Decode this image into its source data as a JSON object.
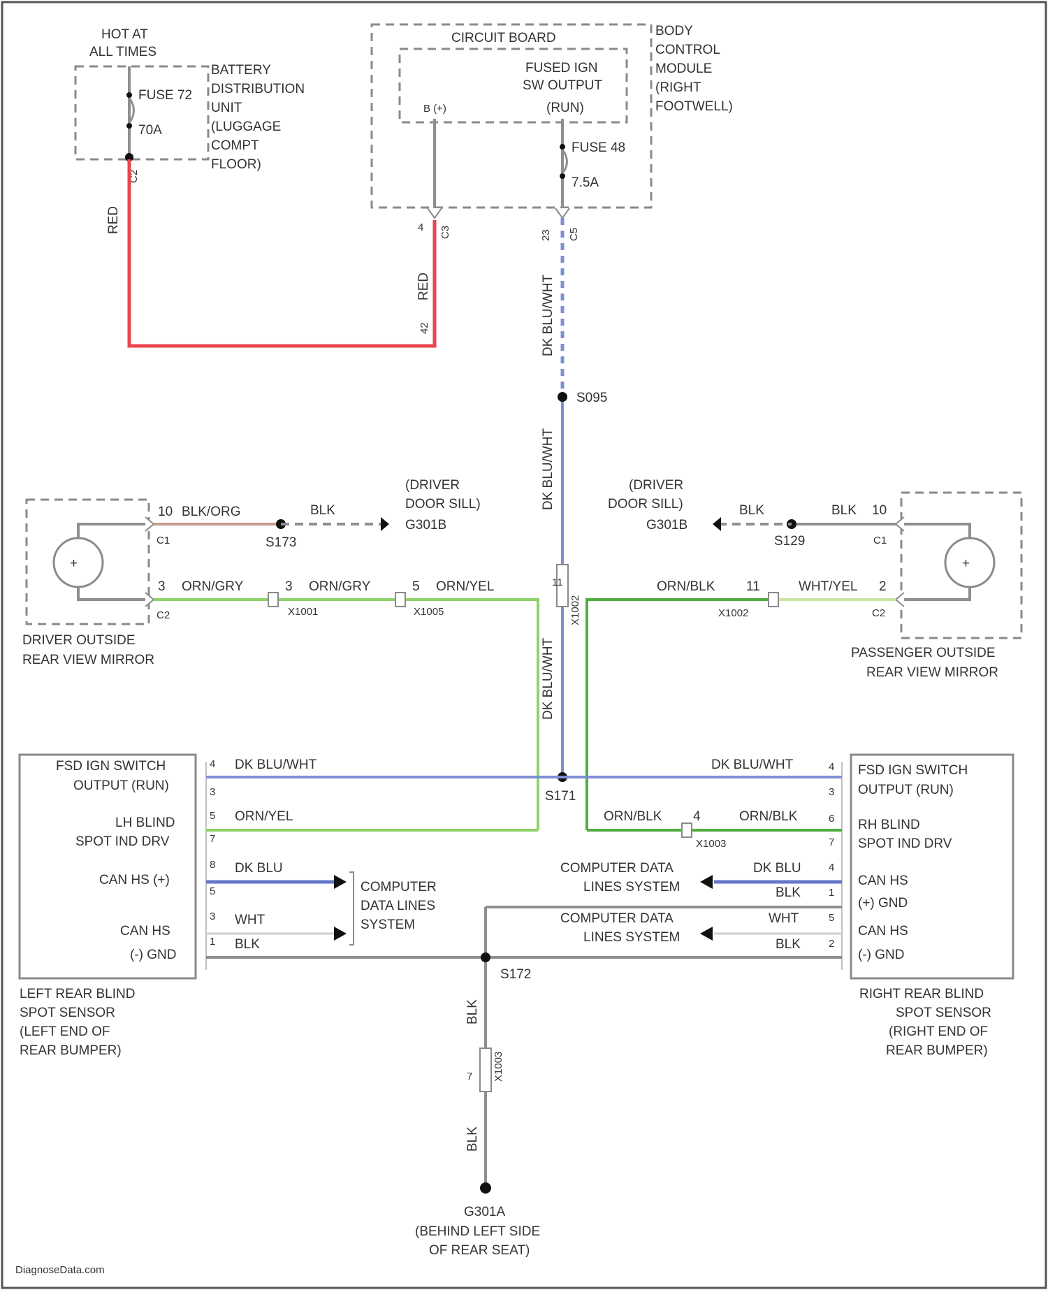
{
  "colors": {
    "background": "#ffffff",
    "red_wire": "#e8454f",
    "blue_wire": "#7e8fd4",
    "green_wire": "#8ed26a",
    "dark_green_wire": "#4fae3f",
    "gray_wire": "#8f8f8f",
    "brown_wire": "#c69a8a"
  },
  "battery": {
    "hot_line1": "HOT AT",
    "hot_line2": "ALL TIMES",
    "fuse_name": "FUSE 72",
    "fuse_rating": "70A",
    "module_lines": [
      "BATTERY",
      "DISTRIBUTION",
      "UNIT",
      "(LUGGAGE",
      "COMPT",
      "FLOOR)"
    ],
    "pin": "C2",
    "wire_color": "RED"
  },
  "bcm": {
    "circuit_board": "CIRCUIT BOARD",
    "output_lines": [
      "FUSED IGN",
      "SW OUTPUT",
      "(RUN)"
    ],
    "b_pin": "B (+)",
    "module_lines": [
      "BODY",
      "CONTROL",
      "MODULE",
      "(RIGHT",
      "FOOTWELL)"
    ],
    "fuse_name": "FUSE 48",
    "fuse_rating": "7.5A",
    "left_pin": "4",
    "left_conn": "C3",
    "right_pin": "23",
    "right_conn": "C5",
    "red_label": "RED",
    "red_pin": "42"
  },
  "splices": {
    "s095": "S095",
    "s171": "S171",
    "s172": "S172",
    "s173": "S173",
    "s129": "S129"
  },
  "trunk": {
    "wire_upper": "DK BLU/WHT",
    "wire_mid": "DK BLU/WHT",
    "wire_lower": "DK BLU/WHT",
    "pin": "11",
    "conn": "X1002"
  },
  "driver_mirror": {
    "label_lines": [
      "DRIVER OUTSIDE",
      "REAR VIEW MIRROR"
    ],
    "ground_label_lines": [
      "(DRIVER",
      "DOOR SILL)"
    ],
    "ground_id": "G301B",
    "pin_top": "10",
    "wire_top": "BLK/ORG",
    "conn_top": "C1",
    "blk_label": "BLK",
    "pin_bottom": "3",
    "wire_bottom": "ORN/GRY",
    "conn_bottom": "C2",
    "x1001_pin": "3",
    "x1001_wire": "ORN/GRY",
    "x1001": "X1001",
    "x1005_pin": "5",
    "x1005_wire": "ORN/YEL",
    "x1005": "X1005",
    "icon": "mirror-indicator-icon"
  },
  "passenger_mirror": {
    "label_lines": [
      "PASSENGER OUTSIDE",
      "REAR VIEW MIRROR"
    ],
    "ground_label_lines": [
      "(DRIVER",
      "DOOR SILL)"
    ],
    "ground_id": "G301B",
    "blk_label": "BLK",
    "blk_label2": "BLK",
    "pin_top": "10",
    "conn_top": "C1",
    "pin_bottom": "2",
    "wire_bottom": "WHT/YEL",
    "conn_bottom": "C2",
    "x1002_pin": "11",
    "x1002_wire": "ORN/BLK",
    "x1002": "X1002",
    "icon": "mirror-indicator-icon"
  },
  "left_sensor": {
    "label_lines": [
      "LEFT REAR BLIND",
      "SPOT SENSOR",
      "(LEFT END OF",
      "REAR BUMPER)"
    ],
    "fsd_lines": [
      "FSD IGN SWITCH",
      "OUTPUT (RUN)"
    ],
    "lh_lines": [
      "LH BLIND",
      "SPOT IND DRV"
    ],
    "canhs_plus": "CAN HS (+)",
    "canhs": "CAN HS",
    "gnd": "(-) GND",
    "pins": [
      "4",
      "3",
      "5",
      "7",
      "8",
      "5",
      "3",
      "1"
    ],
    "wire_fsd": "DK BLU/WHT",
    "wire_ind": "ORN/YEL",
    "wire_can1": "DK BLU",
    "wire_can2": "WHT",
    "wire_gnd": "BLK",
    "cds_lines": [
      "COMPUTER",
      "DATA LINES",
      "SYSTEM"
    ]
  },
  "right_sensor": {
    "label_lines": [
      "RIGHT REAR BLIND",
      "SPOT SENSOR",
      "(RIGHT END OF",
      "REAR BUMPER)"
    ],
    "fsd_lines": [
      "FSD IGN SWITCH",
      "OUTPUT (RUN)"
    ],
    "rh_lines": [
      "RH BLIND",
      "SPOT IND DRV"
    ],
    "canhs": "CAN HS",
    "gnd": "(+) GND",
    "canhs2": "CAN HS",
    "gnd2": "(-) GND",
    "pins": [
      "4",
      "3",
      "6",
      "7",
      "4",
      "1",
      "5",
      "2"
    ],
    "wire_fsd": "DK BLU/WHT",
    "wire_ind": "ORN/BLK",
    "x1003_pin": "4",
    "x1003_wire": "ORN/BLK",
    "x1003": "X1003",
    "wire_can1": "DK BLU",
    "wire_blk1": "BLK",
    "wire_can2": "WHT",
    "wire_gnd": "BLK",
    "cds1_lines": [
      "COMPUTER DATA",
      "LINES SYSTEM"
    ],
    "cds2_lines": [
      "COMPUTER DATA",
      "LINES SYSTEM"
    ]
  },
  "ground": {
    "wire_upper": "BLK",
    "pin": "7",
    "conn": "X1003",
    "wire_lower": "BLK",
    "id": "G301A",
    "loc_lines": [
      "(BEHIND LEFT SIDE",
      "OF REAR SEAT)"
    ]
  },
  "watermark": "DiagnoseData.com"
}
